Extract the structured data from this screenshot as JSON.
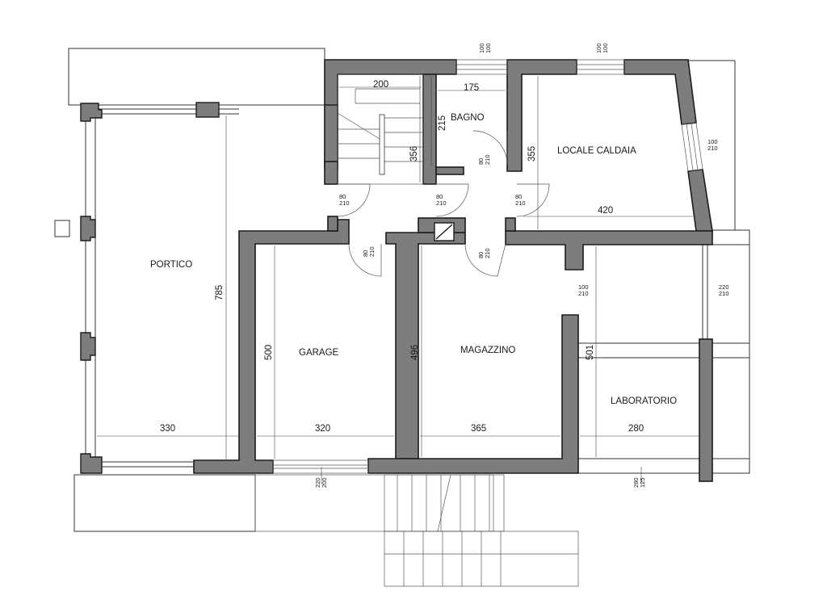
{
  "rooms": {
    "portico": "PORTICO",
    "garage": "GARAGE",
    "magazzino": "MAGAZZINO",
    "bagno": "BAGNO",
    "locale_caldaia": "LOCALE CALDAIA",
    "laboratorio": "LABORATORIO"
  },
  "dimensions": {
    "stair_width": "200",
    "bagno_width": "175",
    "bagno_depth": "215",
    "stair_depth": "356",
    "caldaia_depth": "355",
    "caldaia_width": "420",
    "portico_depth": "785",
    "portico_width": "330",
    "garage_depth": "500",
    "garage_width": "320",
    "magazzino_depth": "496",
    "magazzino_width": "365",
    "laboratorio_depth": "501",
    "laboratorio_width": "280"
  },
  "openings": {
    "bagno_window": [
      "100",
      "100"
    ],
    "caldaia_window_top": [
      "100",
      "100"
    ],
    "caldaia_window_side": [
      "100",
      "210"
    ],
    "stair_door": [
      "80",
      "210"
    ],
    "hall_door_west": [
      "80",
      "210"
    ],
    "hall_door_east": [
      "80",
      "210"
    ],
    "bagno_door": [
      "80",
      "210"
    ],
    "garage_door": [
      "80",
      "210"
    ],
    "magazzino_door": [
      "80",
      "210"
    ],
    "lab_door": [
      "100",
      "210"
    ],
    "lab_window_east": [
      "220",
      "210"
    ],
    "garage_gate": [
      "220",
      "200"
    ],
    "lab_window_south": [
      "280",
      "125"
    ]
  }
}
